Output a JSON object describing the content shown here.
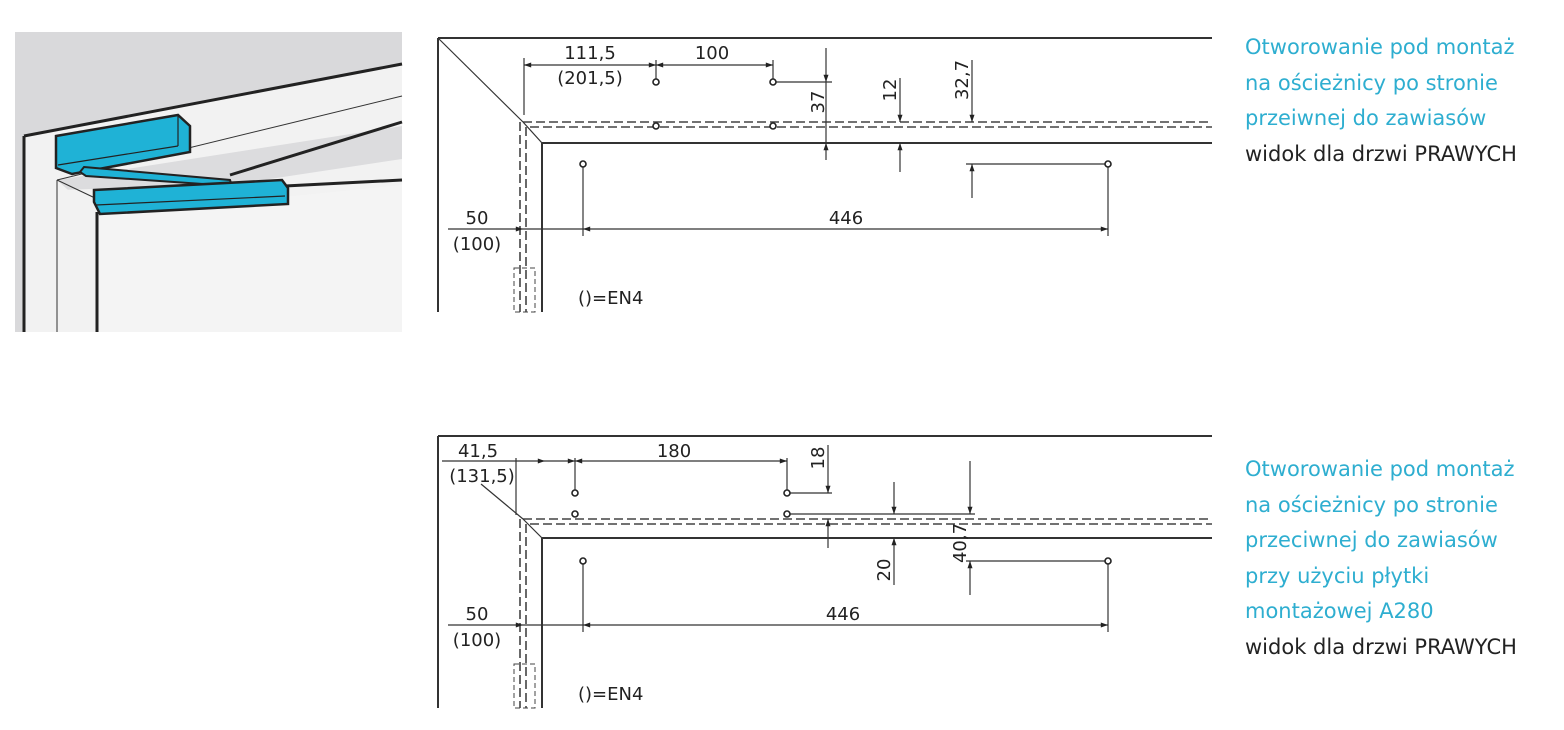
{
  "colors": {
    "accent": "#2eaed0",
    "closer": "#1fb2d6",
    "text": "#222222"
  },
  "diagram_top": {
    "dims": {
      "d1": "111,5",
      "d1_en4": "(201,5)",
      "d2": "100",
      "d3": "37",
      "d4": "12",
      "d5": "32,7",
      "d6": "50",
      "d6_en4": "(100)",
      "d7": "446"
    },
    "legend": "()=EN4"
  },
  "diagram_bottom": {
    "dims": {
      "d1": "41,5",
      "d1_en4": "(131,5)",
      "d2": "180",
      "d3": "18",
      "d4": "20",
      "d5": "40,7",
      "d6": "50",
      "d6_en4": "(100)",
      "d7": "446"
    },
    "legend": "()=EN4"
  },
  "desc_top": {
    "lines": [
      "Otworowanie pod montaż",
      "na ościeżnicy po stronie",
      "przeiwnej do zawiasów"
    ],
    "view": "widok dla drzwi PRAWYCH"
  },
  "desc_bottom": {
    "lines": [
      "Otworowanie pod montaż",
      "na ościeżnicy po stronie",
      "przeciwnej do zawiasów",
      "przy użyciu płytki",
      "montażowej A280"
    ],
    "view": "widok dla drzwi PRAWYCH"
  }
}
